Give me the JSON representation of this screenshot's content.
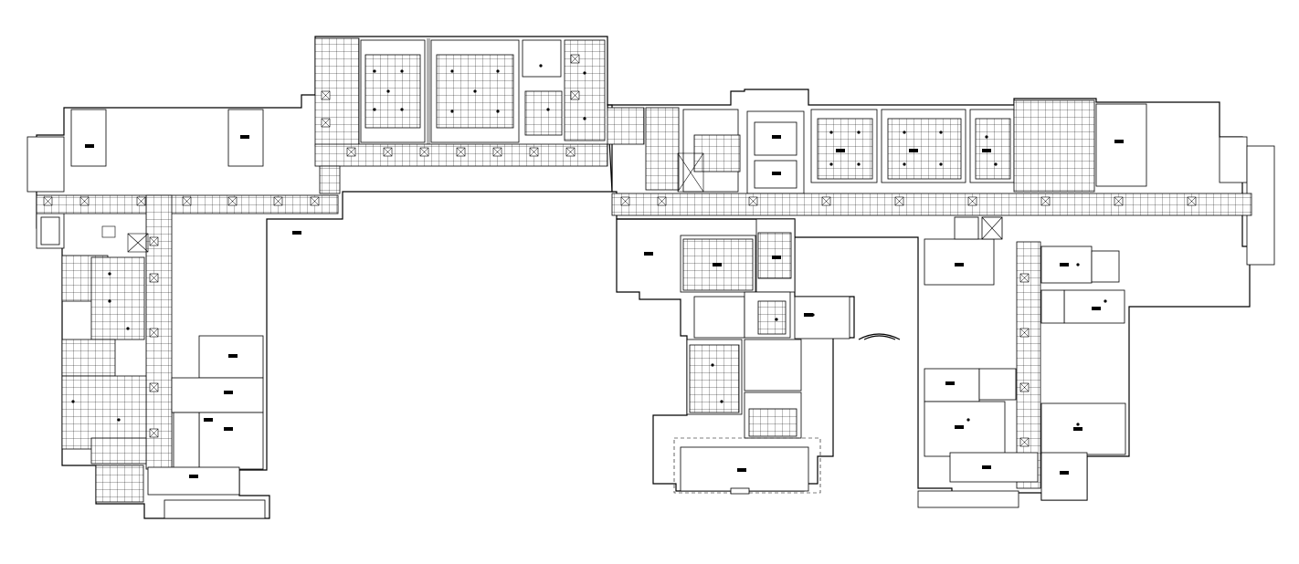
{
  "colors": {
    "line": "#000000",
    "background": "#ffffff"
  },
  "wings": [
    {
      "id": "west-wing"
    },
    {
      "id": "north-block"
    },
    {
      "id": "central-entrance"
    },
    {
      "id": "east-wing"
    }
  ]
}
